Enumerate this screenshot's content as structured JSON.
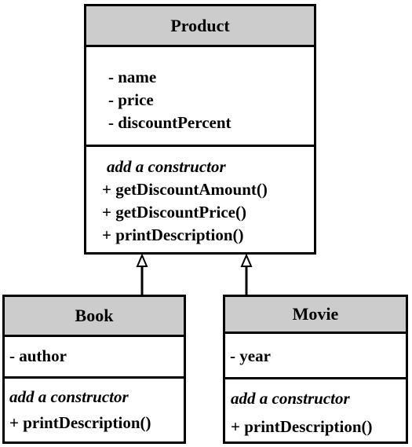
{
  "classes": {
    "product": {
      "name": "Product",
      "attributes": [
        "- name",
        "- price",
        "- discountPercent"
      ],
      "constructor_note": "add a constructor",
      "operations": [
        "+ getDiscountAmount()",
        "+ getDiscountPrice()",
        "+ printDescription()"
      ]
    },
    "book": {
      "name": "Book",
      "attributes": [
        "- author"
      ],
      "constructor_note": "add a constructor",
      "operations": [
        "+ printDescription()"
      ]
    },
    "movie": {
      "name": "Movie",
      "attributes": [
        "- year"
      ],
      "constructor_note": "add a constructor",
      "operations": [
        "+ printDescription()"
      ]
    }
  },
  "relationships": [
    {
      "type": "generalization",
      "from": "Book",
      "to": "Product"
    },
    {
      "type": "generalization",
      "from": "Movie",
      "to": "Product"
    }
  ]
}
